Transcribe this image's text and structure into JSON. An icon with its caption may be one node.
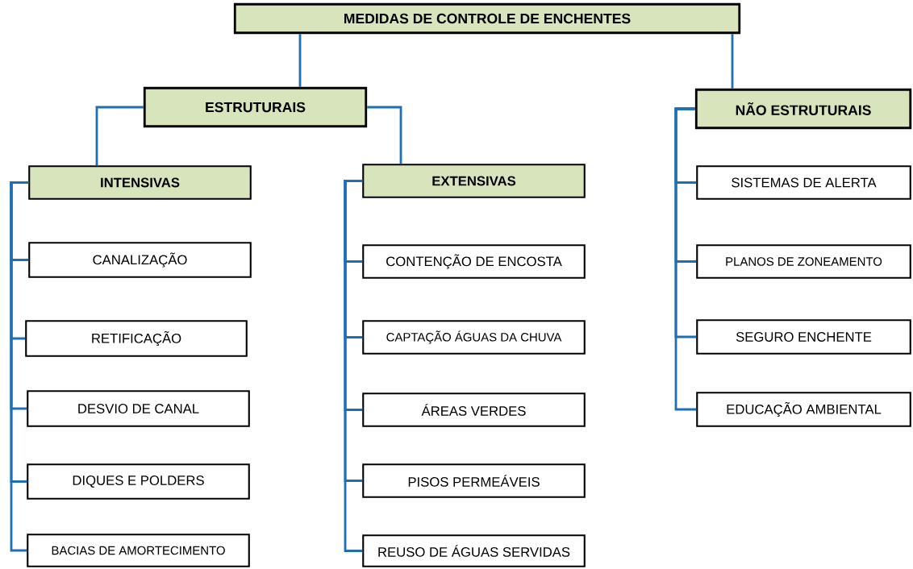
{
  "diagram": {
    "nodes": [
      {
        "text": [
          "MEDIDAS DE CONTROLE DE ENCHENTES"
        ]
      },
      {
        "text": [
          "ESTRUTURAIS"
        ]
      },
      {
        "text": [
          "INTENSIVAS"
        ]
      },
      {
        "text": [
          "CANALIZAÇÃO"
        ]
      },
      {
        "text": [
          "RETIFICAÇÃO"
        ]
      },
      {
        "text": [
          "DESVIO DE CANAL"
        ]
      },
      {
        "text": [
          "DIQUES E POLDERS"
        ]
      },
      {
        "text": [
          "BACIAS DE AMORTECIMENTO"
        ]
      },
      {
        "text": [
          "EXTENSIVAS"
        ]
      },
      {
        "text": [
          "CONTENÇÃO DE ENCOSTA"
        ]
      },
      {
        "text": [
          "CAPTAÇÃO ÁGUAS DA CHUVA"
        ]
      },
      {
        "text": [
          "ÁREAS VERDES"
        ]
      },
      {
        "text": [
          "PISOS PERMEÁVEIS"
        ]
      },
      {
        "text": [
          "REUSO DE ÁGUAS SERVIDAS"
        ]
      },
      {
        "text": [
          "NÃO ESTRUTURAIS"
        ]
      },
      {
        "text": [
          "SISTEMAS DE ALERTA"
        ]
      },
      {
        "text": [
          "PLANOS DE ZONEAMENTO"
        ]
      },
      {
        "text": [
          "SEGURO ENCHENTE"
        ]
      },
      {
        "text": [
          "EDUCAÇÃO AMBIENTAL"
        ]
      }
    ],
    "edges": [
      {
        "from": 0,
        "to": 1,
        "arrow": "none"
      },
      {
        "from": 0,
        "to": 14,
        "arrow": "none"
      },
      {
        "from": 1,
        "to": 2,
        "arrow": "none"
      },
      {
        "from": 1,
        "to": 8,
        "arrow": "none"
      },
      {
        "from": 2,
        "to": 3,
        "arrow": "none"
      },
      {
        "from": 2,
        "to": 4,
        "arrow": "none"
      },
      {
        "from": 2,
        "to": 5,
        "arrow": "none"
      },
      {
        "from": 2,
        "to": 6,
        "arrow": "none"
      },
      {
        "from": 2,
        "to": 7,
        "arrow": "none"
      },
      {
        "from": 8,
        "to": 9,
        "arrow": "none"
      },
      {
        "from": 8,
        "to": 10,
        "arrow": "none"
      },
      {
        "from": 8,
        "to": 11,
        "arrow": "none"
      },
      {
        "from": 8,
        "to": 12,
        "arrow": "none"
      },
      {
        "from": 8,
        "to": 13,
        "arrow": "none"
      },
      {
        "from": 14,
        "to": 15,
        "arrow": "none"
      },
      {
        "from": 14,
        "to": 16,
        "arrow": "none"
      },
      {
        "from": 14,
        "to": 17,
        "arrow": "none"
      },
      {
        "from": 14,
        "to": 18,
        "arrow": "none"
      }
    ]
  }
}
